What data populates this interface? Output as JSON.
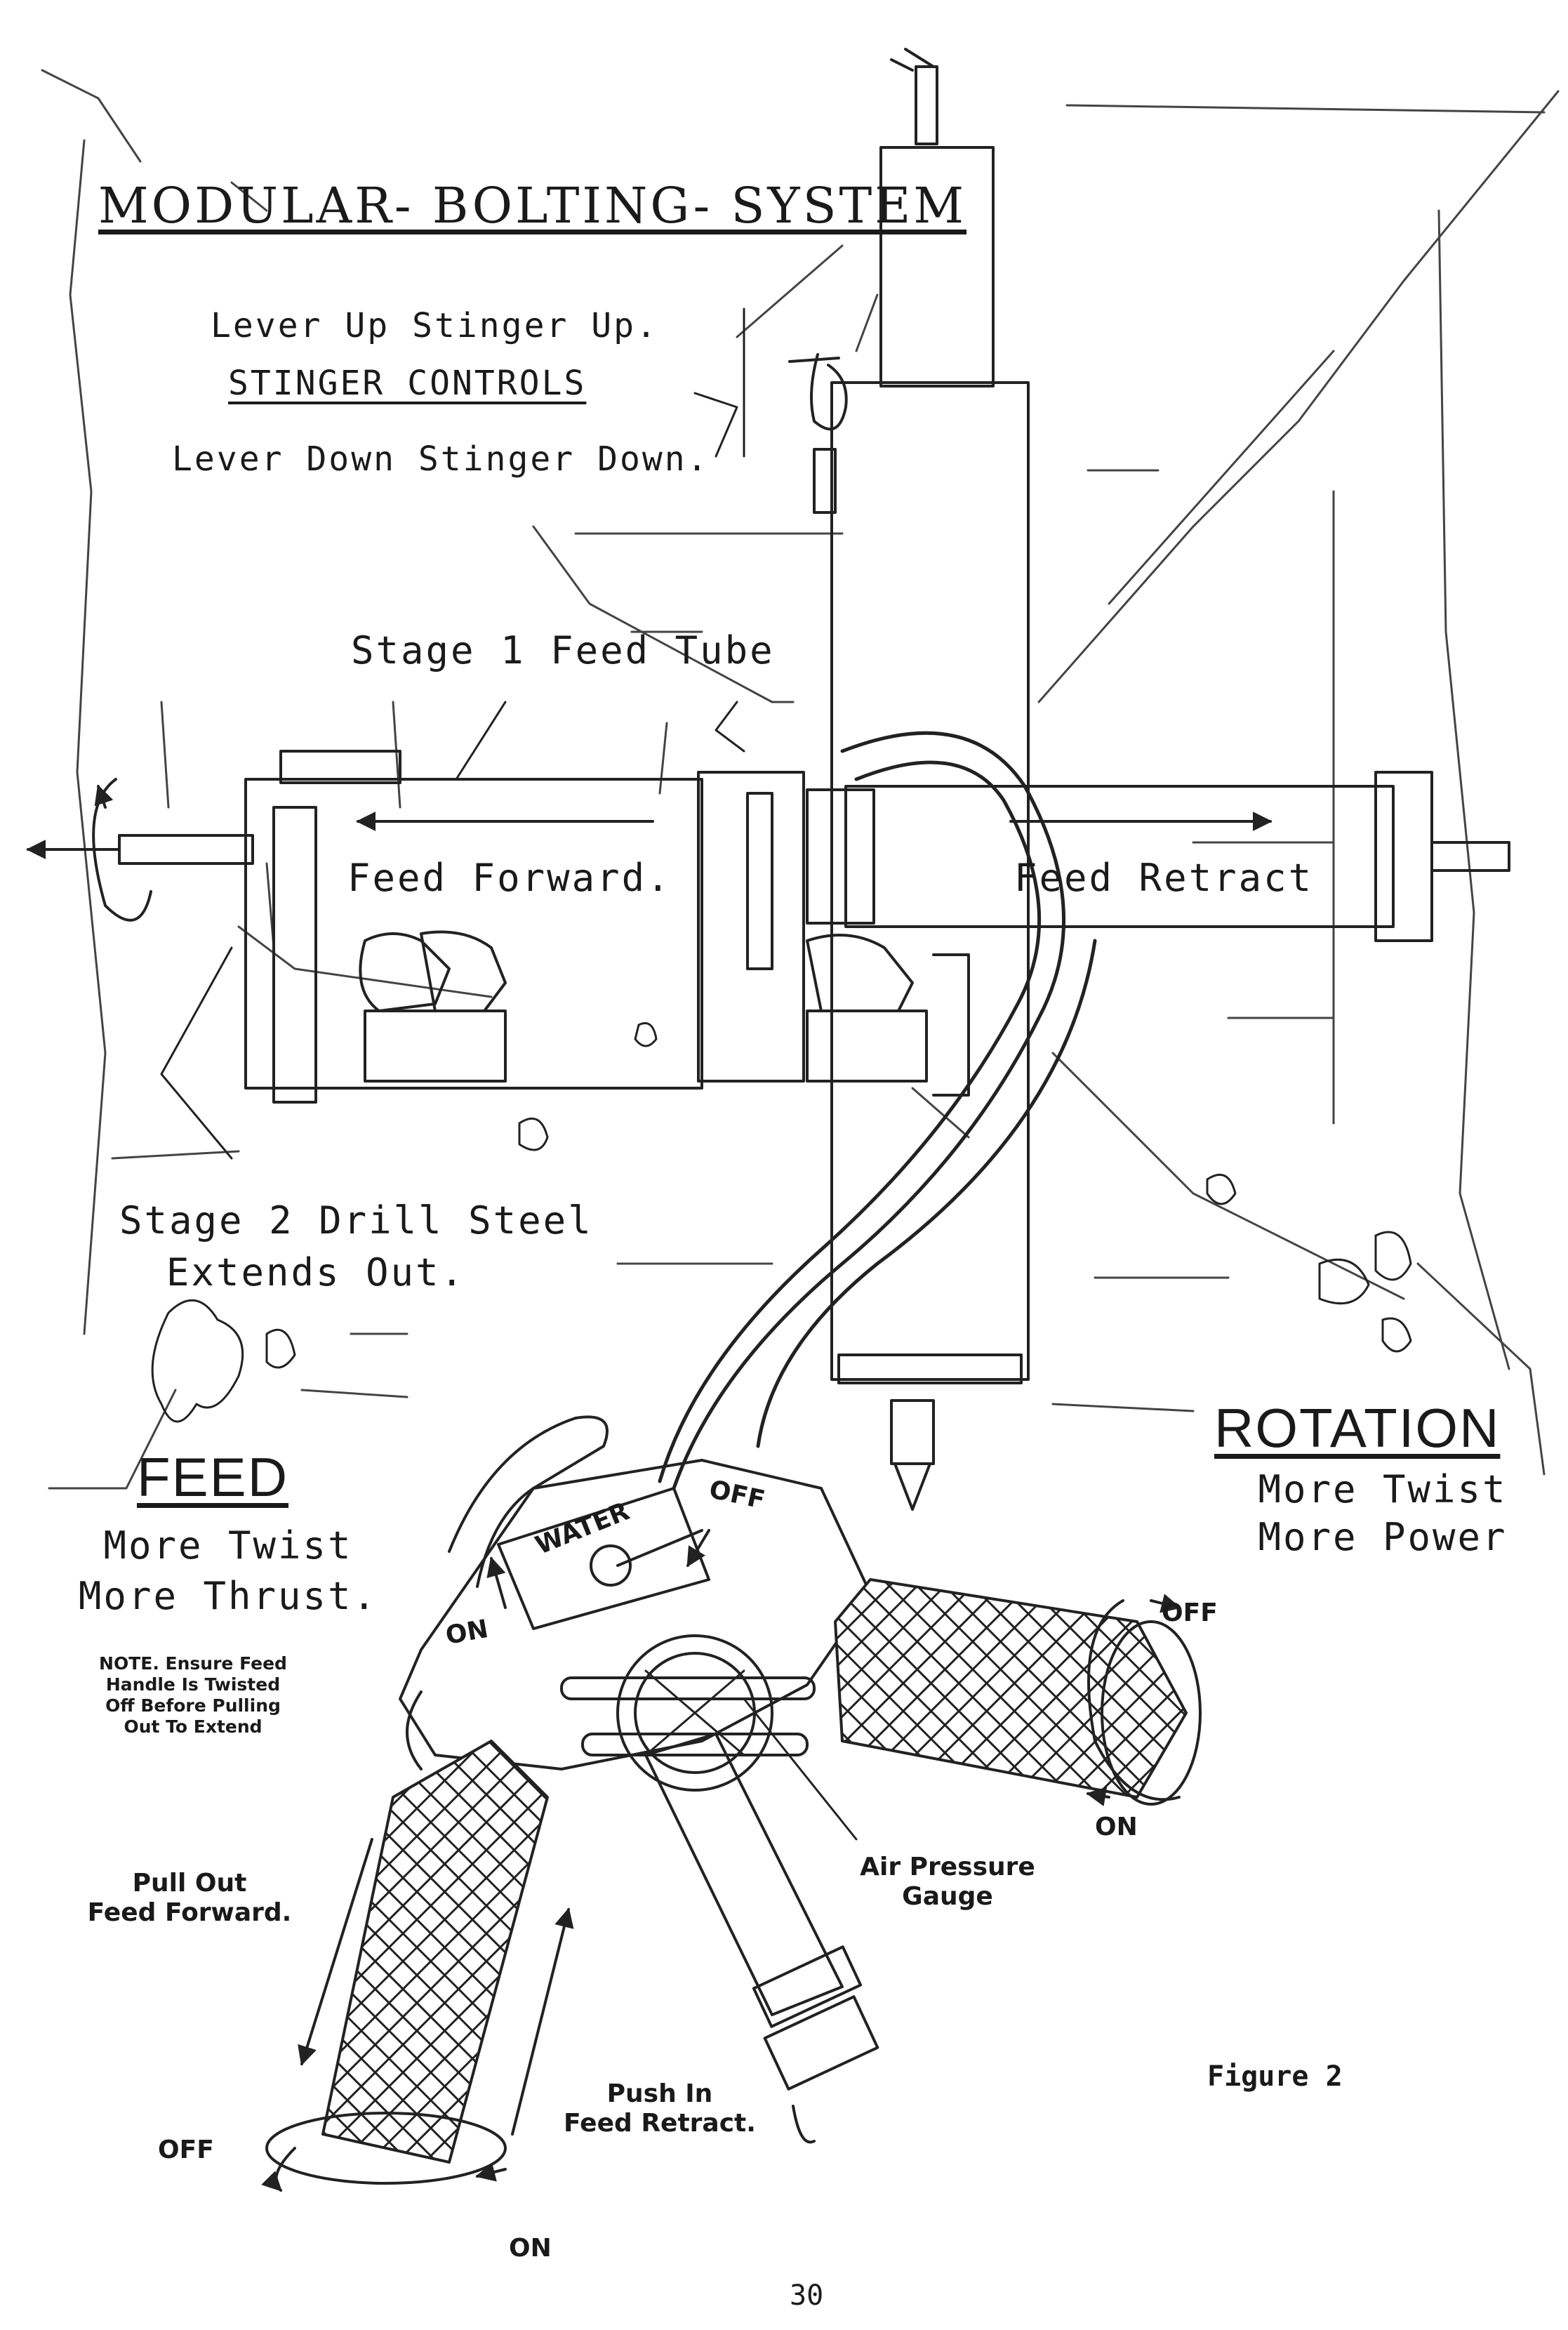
{
  "title": "MODULAR- BOLTING- SYSTEM",
  "stinger": {
    "line1": "Lever Up Stinger Up.",
    "heading": "STINGER CONTROLS",
    "line2": "Lever Down Stinger Down."
  },
  "stage1": "Stage 1 Feed Tube",
  "feed_forward": "Feed Forward.",
  "feed_retract": "Feed Retract",
  "stage2": {
    "line1": "Stage 2 Drill Steel",
    "line2": "Extends Out."
  },
  "feed": {
    "heading": "FEED",
    "line1": "More Twist",
    "line2": "More Thrust.",
    "note": [
      "NOTE. Ensure Feed",
      "Handle Is Twisted",
      "Off Before Pulling",
      "Out To Extend"
    ]
  },
  "rotation": {
    "heading": "ROTATION",
    "line1": "More Twist",
    "line2": "More Power"
  },
  "water": {
    "label": "WATER",
    "off": "OFF",
    "on": "ON"
  },
  "rotation_handle": {
    "off": "OFF",
    "on": "ON"
  },
  "feed_handle": {
    "pull_line1": "Pull Out",
    "pull_line2": "Feed Forward.",
    "push_line1": "Push In",
    "push_line2": "Feed Retract.",
    "off": "OFF",
    "on": "ON"
  },
  "gauge": {
    "line1": "Air Pressure",
    "line2": "Gauge"
  },
  "figure": "Figure 2",
  "page_number": "30"
}
